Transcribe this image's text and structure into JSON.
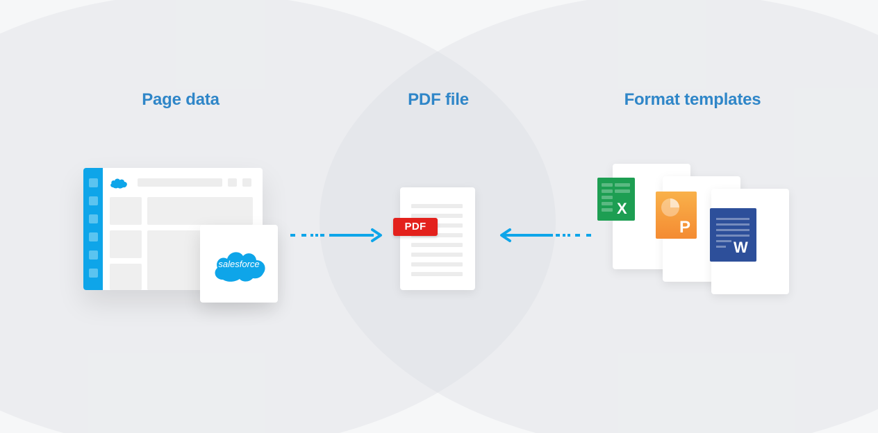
{
  "headings": {
    "page_data": "Page data",
    "pdf_file": "PDF file",
    "format_templates": "Format templates"
  },
  "badges": {
    "salesforce": "salesforce",
    "pdf": "PDF",
    "excel": "X",
    "powerpoint": "P",
    "word": "W"
  },
  "colors": {
    "heading": "#2f86c8",
    "arrow": "#0ea5e9",
    "salesforce": "#0ea5e9",
    "pdf_badge": "#e3211c",
    "excel": "#1d9e52",
    "powerpoint": "#f48b32",
    "word": "#2d4f9a"
  }
}
